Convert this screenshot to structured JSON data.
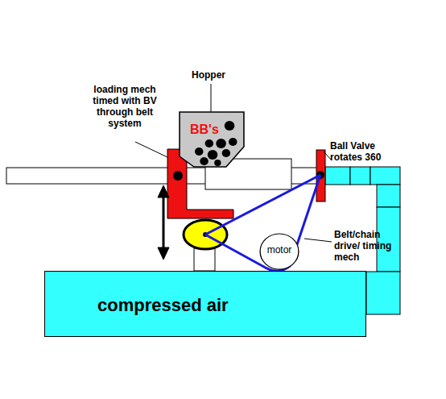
{
  "diagram": {
    "nodes": [
      {
        "text": [
          "BB's"
        ]
      },
      {
        "text": [
          "motor"
        ]
      },
      {
        "text": [
          "compressed air"
        ]
      }
    ],
    "labels": [
      "Hopper",
      "loading mech timed with BV through belt system",
      "Ball Valve rotates 360",
      "Belt/chain drive/ timing mech"
    ]
  }
}
